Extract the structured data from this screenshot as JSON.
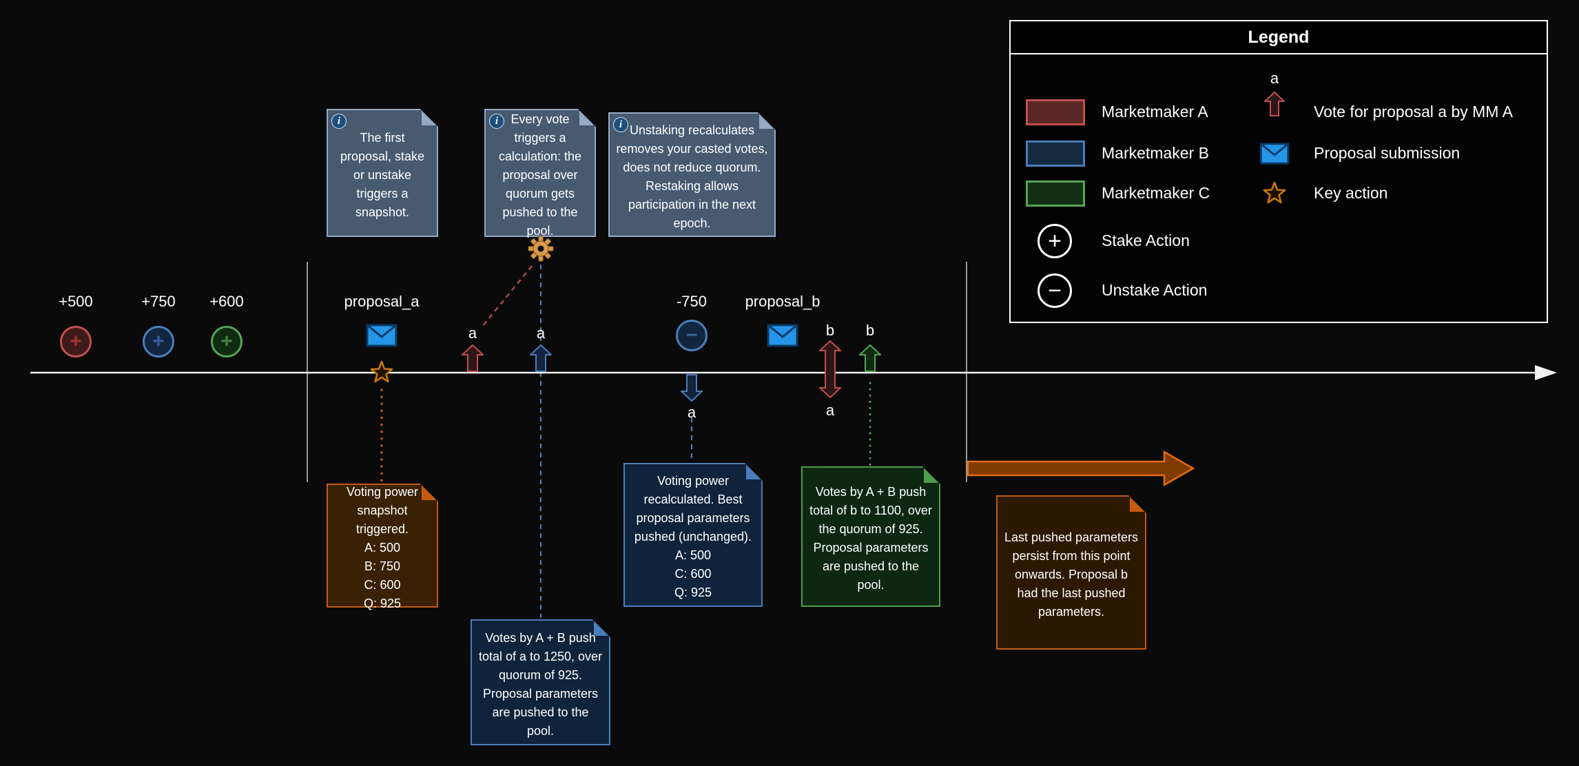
{
  "colors": {
    "background": "#0a0a0a",
    "timeline": "#f2f2f2",
    "marketmaker_a": "#c0504d",
    "marketmaker_b": "#4a7ebb",
    "marketmaker_c": "#56a356",
    "orange_accent": "#c55a11",
    "envelope_blue": "#2595e8",
    "slate_note_fill": "#475a70",
    "blue_note_fill": "#10233c",
    "green_note_fill": "#0d2711",
    "orange_note_fill": "#3a2104"
  },
  "glyphs": {
    "plus": "+",
    "minus": "−",
    "info": "i"
  },
  "timeline": {
    "stakes": [
      {
        "label": "+500",
        "marketmaker": "A"
      },
      {
        "label": "+750",
        "marketmaker": "B"
      },
      {
        "label": "+600",
        "marketmaker": "C"
      }
    ],
    "proposal_a": {
      "label": "proposal_a"
    },
    "proposal_b": {
      "label": "proposal_b"
    },
    "unstake": {
      "label": "-750",
      "removed_vote_label": "a"
    },
    "votes": {
      "a_by_mm_a": {
        "label": "a"
      },
      "a_by_mm_b": {
        "label": "a"
      },
      "b_by_mm_a": {
        "top_label": "b",
        "bottom_label": "a"
      },
      "b_by_mm_c": {
        "label": "b"
      }
    }
  },
  "info_notes": [
    {
      "text": "The first proposal, stake or unstake triggers a snapshot."
    },
    {
      "text": "Every vote triggers a calculation: the proposal over quorum gets pushed to the pool."
    },
    {
      "text": "Unstaking recalculates removes your casted votes, does not reduce quorum. Restaking allows participation in the next epoch."
    }
  ],
  "notes": {
    "snapshot": {
      "text": "Voting power snapshot triggered.\nA: 500\nB: 750\nC: 600\nQ: 925"
    },
    "votes_a": {
      "text": "Votes by A + B push total of a to 1250, over quorum of 925. Proposal parameters are pushed to the pool."
    },
    "recalculated": {
      "text": "Voting power recalculated. Best proposal parameters pushed (unchanged).\nA: 500\nC: 600\nQ: 925"
    },
    "votes_b": {
      "text": "Votes by A + B push total of b to 1100, over the quorum of 925. Proposal parameters are pushed to the pool."
    },
    "persist": {
      "text": "Last pushed parameters persist from this point onwards. Proposal b had the last pushed parameters."
    }
  },
  "legend": {
    "title": "Legend",
    "marketmakers": [
      {
        "label": "Marketmaker A"
      },
      {
        "label": "Marketmaker B"
      },
      {
        "label": "Marketmaker C"
      }
    ],
    "stake": {
      "label": "Stake Action"
    },
    "unstake": {
      "label": "Unstake Action"
    },
    "vote": {
      "icon_label": "a",
      "label": "Vote for proposal a by MM A"
    },
    "proposal": {
      "label": "Proposal submission"
    },
    "key_action": {
      "label": "Key action"
    }
  }
}
